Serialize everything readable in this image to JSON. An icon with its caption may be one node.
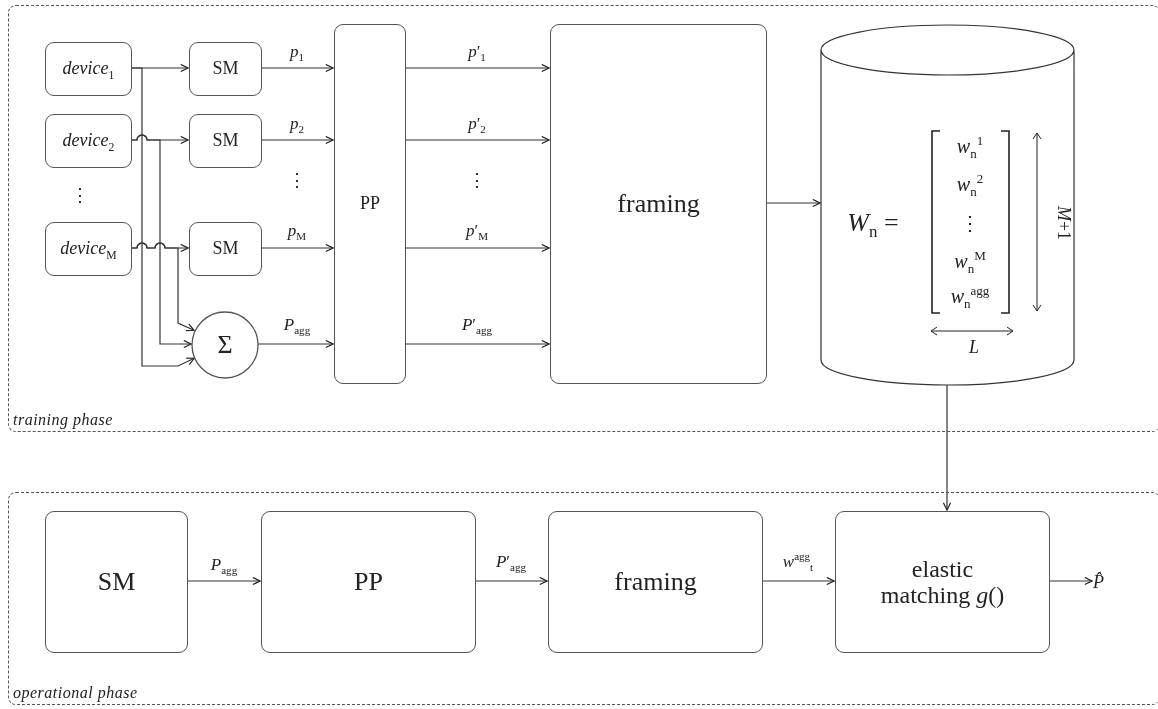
{
  "diagram": {
    "nodes": [
      {
        "text": [
          "training phase"
        ]
      },
      {
        "text": [
          "*device*$_{1}$"
        ],
        "in": 0
      },
      {
        "text": [
          "*device*$_{2}$"
        ],
        "in": 0
      },
      {
        "text": [
          "*device*$_{M}$"
        ],
        "in": 0
      },
      {
        "text": [
          "SM"
        ],
        "in": 0
      },
      {
        "text": [
          "SM"
        ],
        "in": 0
      },
      {
        "text": [
          "SM"
        ],
        "in": 0
      },
      {
        "text": [
          "Σ"
        ],
        "in": 0
      },
      {
        "text": [
          "PP"
        ],
        "in": 0
      },
      {
        "text": [
          "framing"
        ],
        "in": 0
      },
      {
        "text": [
          "*W*$_{n}$ =",
          "*w*$_{n}$$^{1}$",
          "*w*$_{n}$$^{2}$",
          "⋮",
          "*w*$_{n}$$^{M}$",
          "*w*$_{n}$$^{agg}$",
          "*L*",
          "*M*+1"
        ],
        "in": 0
      },
      {
        "text": [
          "operational phase"
        ]
      },
      {
        "text": [
          "SM"
        ],
        "in": 11
      },
      {
        "text": [
          "PP"
        ],
        "in": 11
      },
      {
        "text": [
          "framing"
        ],
        "in": 11
      },
      {
        "text": [
          "elastic matching *g*()"
        ],
        "in": 11
      },
      {
        "text": [
          "P̂"
        ],
        "in": 11
      }
    ],
    "edges": [
      {
        "from": 1,
        "to": 4,
        "arrow": "to"
      },
      {
        "from": 2,
        "to": 5,
        "arrow": "to"
      },
      {
        "from": 3,
        "to": 6,
        "arrow": "to"
      },
      {
        "from": 1,
        "to": 7,
        "arrow": "to"
      },
      {
        "from": 2,
        "to": 7,
        "arrow": "to"
      },
      {
        "from": 3,
        "to": 7,
        "arrow": "to"
      },
      {
        "from": 4,
        "to": 8,
        "arrow": "to",
        "label": "*p*$_{1}$"
      },
      {
        "from": 5,
        "to": 8,
        "arrow": "to",
        "label": "*p*$_{2}$"
      },
      {
        "from": 6,
        "to": 8,
        "arrow": "to",
        "label": "*p*$_{M}$"
      },
      {
        "from": 7,
        "to": 8,
        "arrow": "to",
        "label": "*P*$_{agg}$"
      },
      {
        "from": 8,
        "to": 9,
        "arrow": "to",
        "label": "*p*′$_{1}$"
      },
      {
        "from": 8,
        "to": 9,
        "arrow": "to",
        "label": "*p*′$_{2}$"
      },
      {
        "from": 8,
        "to": 9,
        "arrow": "to",
        "label": "*p*′$_{M}$"
      },
      {
        "from": 8,
        "to": 9,
        "arrow": "to",
        "label": "*P*′$_{agg}$"
      },
      {
        "from": 9,
        "to": 10,
        "arrow": "to"
      },
      {
        "from": 10,
        "to": 15,
        "arrow": "to"
      },
      {
        "from": 12,
        "to": 13,
        "arrow": "to",
        "label": "*P*$_{agg}$"
      },
      {
        "from": 13,
        "to": 14,
        "arrow": "to",
        "label": "*P*′$_{agg}$"
      },
      {
        "from": 14,
        "to": 15,
        "arrow": "to",
        "label": "*w*$^{agg}$$_{t}$"
      },
      {
        "from": 15,
        "to": 16,
        "arrow": "to"
      }
    ],
    "labels": [
      "⋮",
      "⋮",
      "⋮"
    ]
  }
}
